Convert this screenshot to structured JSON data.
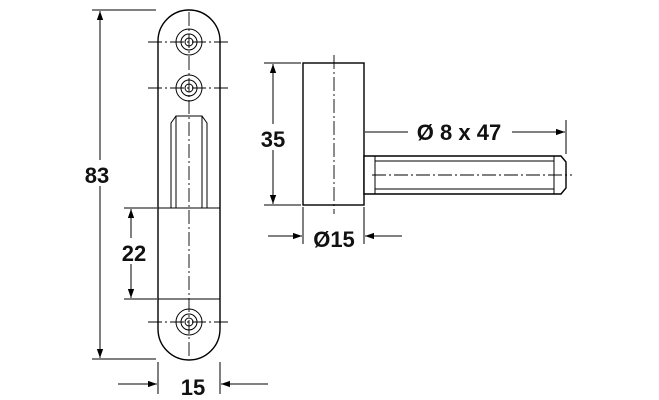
{
  "diagram": {
    "dimensions": {
      "total_height": "83",
      "pin_length": "22",
      "plate_width": "15",
      "sleeve_height": "35",
      "sleeve_diameter": "Ø15",
      "bolt_spec": "Ø 8 x 47"
    }
  }
}
